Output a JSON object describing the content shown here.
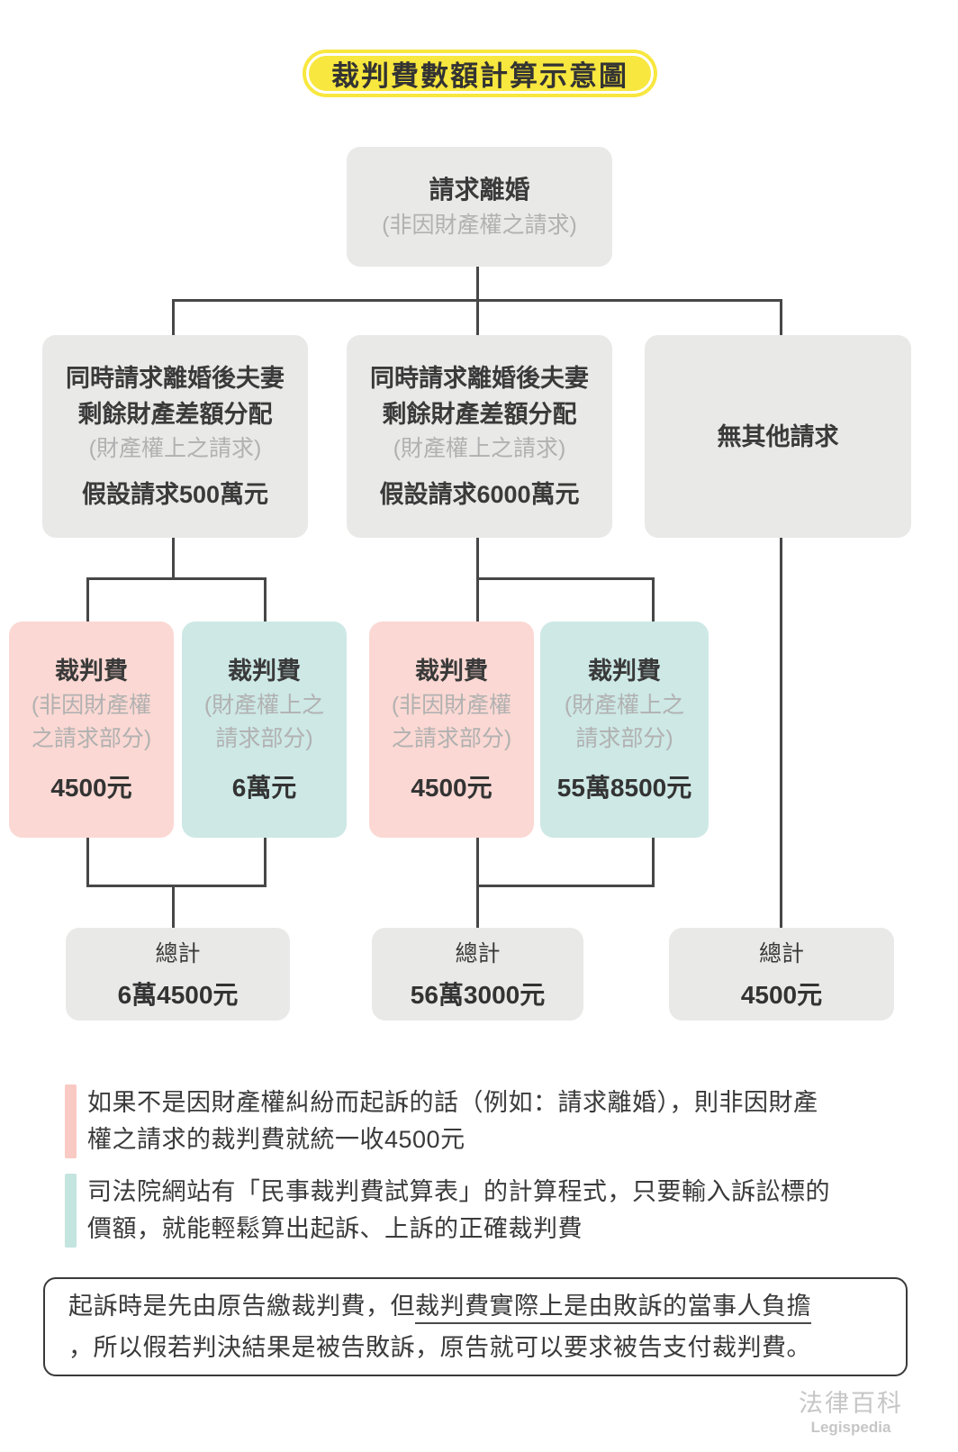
{
  "title": "裁判費數額計算示意圖",
  "colors": {
    "title_yellow": "#F8E73E",
    "box_gray": "#E9E9E8",
    "fee_pink": "#FBD8D3",
    "fee_teal": "#CDE8E5",
    "note_pink_bar": "#F9C9C3",
    "note_teal_bar": "#C3E4DF",
    "text_dark": "#3A3A3A",
    "text_gray": "#B1B1B1",
    "connector": "#474747"
  },
  "root": {
    "main": "請求離婚",
    "sub": "(非因財產權之請求)"
  },
  "branches": [
    {
      "line1": "同時請求離婚後夫妻",
      "line2": "剩餘財產差額分配",
      "sub": "(財產權上之請求)",
      "assumption": "假設請求500萬元"
    },
    {
      "line1": "同時請求離婚後夫妻",
      "line2": "剩餘財產差額分配",
      "sub": "(財產權上之請求)",
      "assumption": "假設請求6000萬元"
    },
    {
      "label": "無其他請求"
    }
  ],
  "fees": [
    {
      "title": "裁判費",
      "sub1": "(非因財產權",
      "sub2": "之請求部分)",
      "amount": "4500元"
    },
    {
      "title": "裁判費",
      "sub1": "(財產權上之",
      "sub2": "請求部分)",
      "amount": "6萬元"
    },
    {
      "title": "裁判費",
      "sub1": "(非因財產權",
      "sub2": "之請求部分)",
      "amount": "4500元"
    },
    {
      "title": "裁判費",
      "sub1": "(財產權上之",
      "sub2": "請求部分)",
      "amount": "55萬8500元"
    }
  ],
  "totals": [
    {
      "label": "總計",
      "amount": "6萬4500元"
    },
    {
      "label": "總計",
      "amount": "56萬3000元"
    },
    {
      "label": "總計",
      "amount": "4500元"
    }
  ],
  "notes": [
    {
      "lines": [
        "如果不是因財產權糾紛而起訴的話（例如：請求離婚），則非因財產",
        "權之請求的裁判費就統一收4500元"
      ]
    },
    {
      "lines": [
        "司法院網站有「民事裁判費試算表」的計算程式，只要輸入訴訟標的",
        "價額，就能輕鬆算出起訴、上訴的正確裁判費"
      ]
    }
  ],
  "callout": {
    "line1_pre": "起訴時是先由原告繳裁判費，但",
    "line1_underlined": "裁判費實際上是由敗訴的當事人負擔",
    "line2": "，所以假若判決結果是被告敗訴，原告就可以要求被告支付裁判費。"
  },
  "logo": {
    "zh": "法律百科",
    "en": "Legispedia"
  }
}
